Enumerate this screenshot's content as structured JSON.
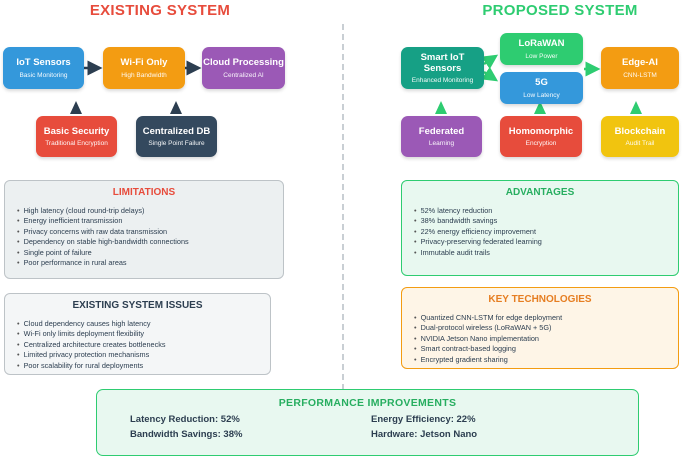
{
  "existing": {
    "title": "EXISTING SYSTEM",
    "nodes": {
      "iot": {
        "title": "IoT Sensors",
        "sub": "Basic Monitoring"
      },
      "wifi": {
        "title": "Wi-Fi Only",
        "sub": "High Bandwidth"
      },
      "cloud": {
        "title": "Cloud Processing",
        "sub": "Centralized AI"
      },
      "security": {
        "title": "Basic Security",
        "sub": "Traditional Encryption"
      },
      "db": {
        "title": "Centralized DB",
        "sub": "Single Point Failure"
      }
    },
    "limitations": {
      "title": "LIMITATIONS",
      "items": [
        "High latency (cloud round-trip delays)",
        "Energy inefficient transmission",
        "Privacy concerns with raw data transmission",
        "Dependency on stable high-bandwidth connections",
        "Single point of failure",
        "Poor performance in rural areas"
      ]
    },
    "issues": {
      "title": "EXISTING SYSTEM ISSUES",
      "items": [
        "Cloud dependency causes high latency",
        "Wi-Fi only limits deployment flexibility",
        "Centralized architecture creates bottlenecks",
        "Limited privacy protection mechanisms",
        "Poor scalability for rural deployments"
      ]
    }
  },
  "proposed": {
    "title": "PROPOSED SYSTEM",
    "nodes": {
      "smart_iot": {
        "title": "Smart IoT Sensors",
        "sub": "Enhanced Monitoring"
      },
      "lorawan": {
        "title": "LoRaWAN",
        "sub": "Low Power"
      },
      "fiveg": {
        "title": "5G",
        "sub": "Low Latency"
      },
      "edge_ai": {
        "title": "Edge-AI",
        "sub": "CNN-LSTM"
      },
      "federated": {
        "title": "Federated",
        "sub": "Learning"
      },
      "homomorphic": {
        "title": "Homomorphic",
        "sub": "Encryption"
      },
      "blockchain": {
        "title": "Blockchain",
        "sub": "Audit Trail"
      }
    },
    "advantages": {
      "title": "ADVANTAGES",
      "items": [
        "52% latency reduction",
        "38% bandwidth savings",
        "22% energy efficiency improvement",
        "Privacy-preserving federated learning",
        "Immutable audit trails"
      ]
    },
    "key_technologies": {
      "title": "KEY TECHNOLOGIES",
      "items": [
        "Quantized CNN-LSTM for edge deployment",
        "Dual-protocol wireless (LoRaWAN + 5G)",
        "NVIDIA Jetson Nano implementation",
        "Smart contract-based logging",
        "Encrypted gradient sharing"
      ]
    }
  },
  "performance": {
    "title": "PERFORMANCE IMPROVEMENTS",
    "metrics": [
      "Latency Reduction: 52%",
      "Energy Efficiency: 22%",
      "Bandwidth Savings: 38%",
      "Hardware: Jetson Nano"
    ]
  },
  "colors": {
    "existing_title": "#e74c3c",
    "proposed_title": "#2ecc71",
    "arrow_dark": "#2c3e50",
    "arrow_green": "#2ecc71"
  }
}
